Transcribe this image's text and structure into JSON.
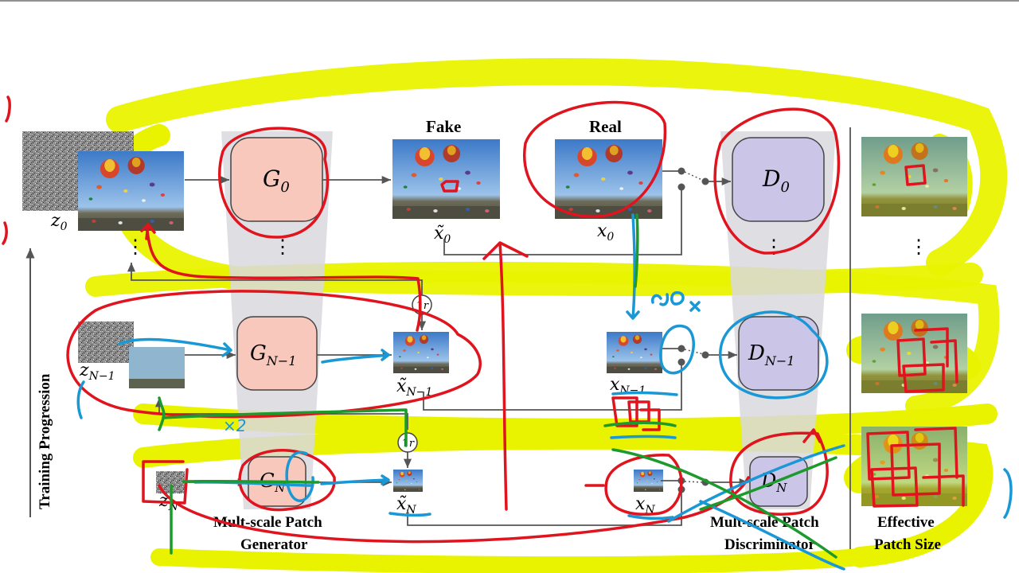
{
  "labels": {
    "fake": "Fake",
    "real": "Real",
    "training_progression": "Training Progression",
    "generator_caption": [
      "Mult-scale Patch",
      "Generator"
    ],
    "discriminator_caption": [
      "Mult-scale Patch",
      "Discriminator"
    ],
    "effective_caption": [
      "Effective",
      "Patch Size"
    ],
    "upsample": "↑r"
  },
  "generators": [
    "G",
    "G",
    "G"
  ],
  "generator_subs": [
    "0",
    "N−1",
    "N"
  ],
  "discriminators": [
    "D",
    "D",
    "D"
  ],
  "discriminator_subs": [
    "0",
    "N−1",
    "N"
  ],
  "noise_labels": [
    "z",
    "z",
    "z"
  ],
  "noise_subs": [
    "0",
    "N−1",
    "N"
  ],
  "fake_labels": [
    "x̃",
    "x̃",
    "x̃"
  ],
  "fake_subs": [
    "0",
    "N−1",
    "N"
  ],
  "real_labels": [
    "x",
    "x",
    "x"
  ],
  "real_subs": [
    "0",
    "N−1",
    "N"
  ],
  "vdots": "⋮",
  "handwritten": {
    "x2": "×2",
    "fifty_x": "50×"
  },
  "colors": {
    "generator_fill": "#f8c8bd",
    "discriminator_fill": "#cbc6e8",
    "highlight": "#e9f300",
    "red_ink": "#e0141e",
    "blue_ink": "#1a98d5",
    "green_ink": "#1c9a2c",
    "funnel": "#d8d8de"
  }
}
